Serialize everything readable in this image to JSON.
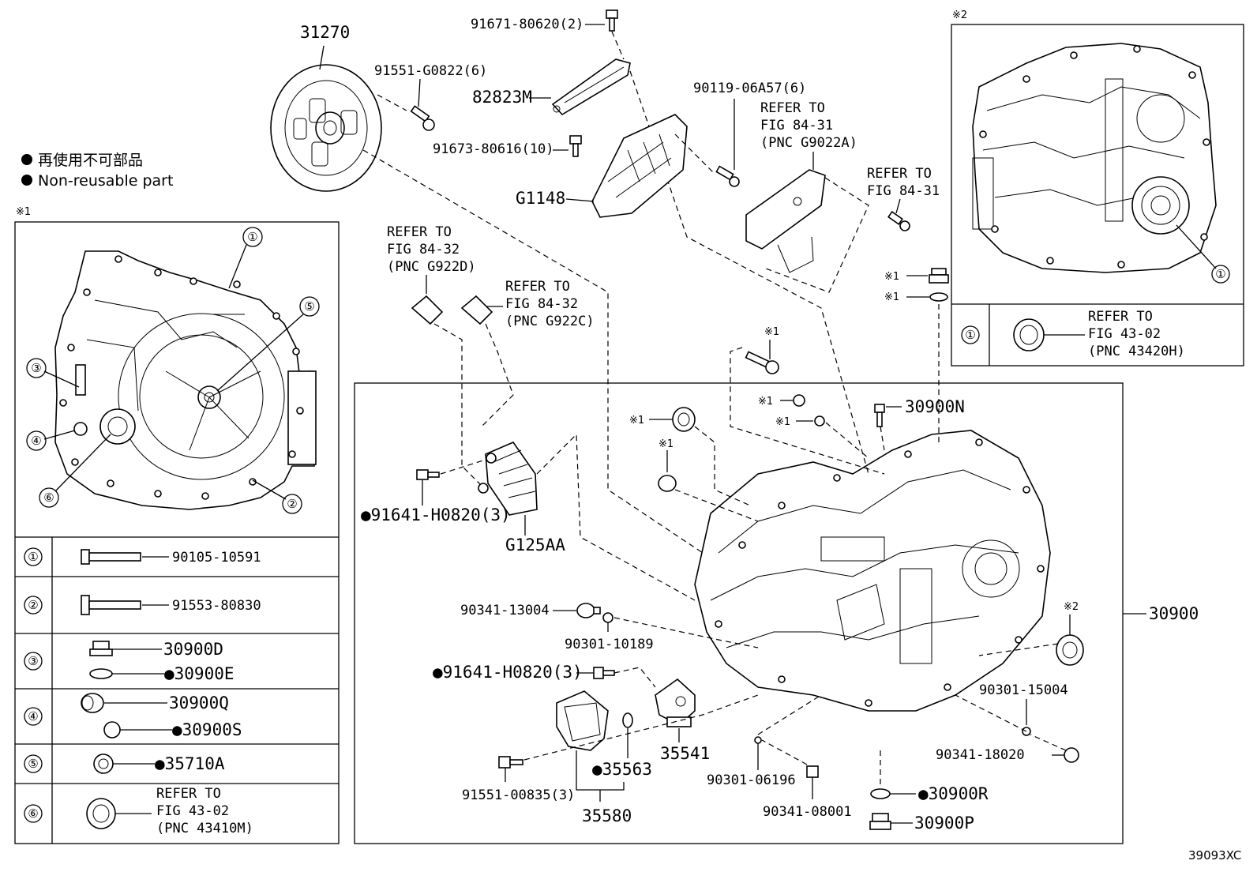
{
  "legend": {
    "jp": "再使用不可部品",
    "en": "Non-reusable part"
  },
  "diagram_code": "39093XC",
  "inset1": {
    "mark": "※1",
    "rows": [
      {
        "num": "①",
        "parts": [
          "90105-10591"
        ]
      },
      {
        "num": "②",
        "parts": [
          "91553-80830"
        ]
      },
      {
        "num": "③",
        "parts": [
          "30900D",
          "●30900E"
        ]
      },
      {
        "num": "④",
        "parts": [
          "30900Q",
          "●30900S"
        ]
      },
      {
        "num": "⑤",
        "parts": [
          "●35710A"
        ]
      },
      {
        "num": "⑥",
        "parts": [
          "REFER TO",
          "FIG 43-02",
          "(PNC 43410M)"
        ]
      }
    ],
    "callouts": [
      "①",
      "②",
      "③",
      "④",
      "⑤",
      "⑥"
    ]
  },
  "inset2": {
    "mark": "※2",
    "callout": "①",
    "row": {
      "num": "①",
      "lines": [
        "REFER TO",
        "FIG 43-02",
        "(PNC 43420H)"
      ]
    }
  },
  "labels": {
    "p31270": "31270",
    "p91551_g0822": "91551-G0822(6)",
    "p91671": "91671-80620(2)",
    "p82823m": "82823M",
    "p91673": "91673-80616(10)",
    "pg1148": "G1148",
    "p90119": "90119-06A57(6)",
    "refer_g9022a": [
      "REFER TO",
      "FIG 84-31",
      "(PNC G9022A)"
    ],
    "refer_84_31": [
      "REFER TO",
      "FIG 84-31"
    ],
    "refer_g922d": [
      "REFER TO",
      "FIG 84-32",
      "(PNC G922D)"
    ],
    "refer_g922c": [
      "REFER TO",
      "FIG 84-32",
      "(PNC G922C)"
    ],
    "mark1": "※1",
    "mark2": "※2",
    "p30900n": "30900N",
    "p91641_a": "●91641-H0820(3)",
    "pg125aa": "G125AA",
    "p30900": "30900",
    "p90341_13004": "90341-13004",
    "p90301_10189": "90301-10189",
    "p91641_b": "●91641-H0820(3)",
    "p90301_15004": "90301-15004",
    "p90341_18020": "90341-18020",
    "p35541": "35541",
    "p35563": "●35563",
    "p90301_06196": "90301-06196",
    "p91551_00835": "91551-00835(3)",
    "p35580": "35580",
    "p90341_08001": "90341-08001",
    "p30900r": "●30900R",
    "p30900p": "30900P"
  }
}
